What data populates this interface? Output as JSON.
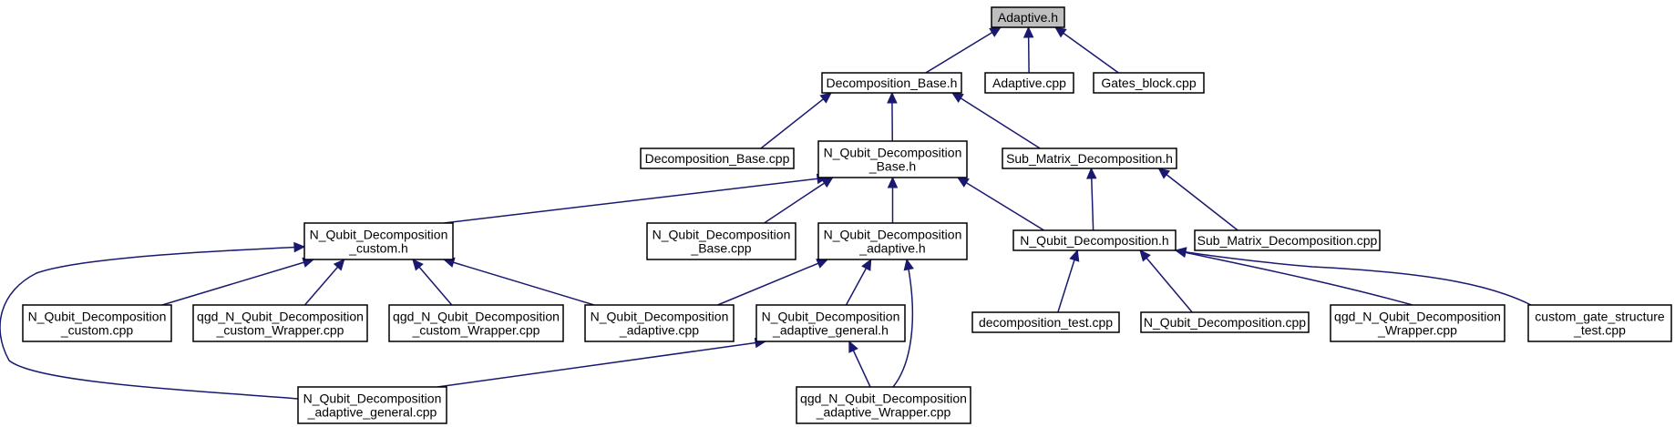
{
  "graph": {
    "title": "Adaptive.h include dependency graph",
    "colors": {
      "edge": "#191970",
      "root_fill": "#bfbfbf",
      "node_fill": "#ffffff",
      "border": "#000000"
    },
    "nodes": [
      {
        "id": "adaptive_h",
        "lines": [
          "Adaptive.h"
        ],
        "root": true
      },
      {
        "id": "decomposition_base_h",
        "lines": [
          "Decomposition_Base.h"
        ]
      },
      {
        "id": "adaptive_cpp",
        "lines": [
          "Adaptive.cpp"
        ]
      },
      {
        "id": "gates_block_cpp",
        "lines": [
          "Gates_block.cpp"
        ]
      },
      {
        "id": "decomposition_base_cpp",
        "lines": [
          "Decomposition_Base.cpp"
        ]
      },
      {
        "id": "nq_decomposition_base_h",
        "lines": [
          "N_Qubit_Decomposition",
          "_Base.h"
        ]
      },
      {
        "id": "sub_matrix_decomposition_h",
        "lines": [
          "Sub_Matrix_Decomposition.h"
        ]
      },
      {
        "id": "nq_decomposition_custom_h",
        "lines": [
          "N_Qubit_Decomposition",
          "_custom.h"
        ]
      },
      {
        "id": "nq_decomposition_base_cpp",
        "lines": [
          "N_Qubit_Decomposition",
          "_Base.cpp"
        ]
      },
      {
        "id": "nq_decomposition_adaptive_h",
        "lines": [
          "N_Qubit_Decomposition",
          "_adaptive.h"
        ]
      },
      {
        "id": "nq_decomposition_h",
        "lines": [
          "N_Qubit_Decomposition.h"
        ]
      },
      {
        "id": "sub_matrix_decomposition_cpp",
        "lines": [
          "Sub_Matrix_Decomposition.cpp"
        ]
      },
      {
        "id": "nq_decomposition_custom_cpp",
        "lines": [
          "N_Qubit_Decomposition",
          "_custom.cpp"
        ]
      },
      {
        "id": "qgd_nq_custom_wrapper_cpp_1",
        "lines": [
          "qgd_N_Qubit_Decomposition",
          "_custom_Wrapper.cpp"
        ]
      },
      {
        "id": "qgd_nq_custom_wrapper_cpp_2",
        "lines": [
          "qgd_N_Qubit_Decomposition",
          "_custom_Wrapper.cpp"
        ]
      },
      {
        "id": "nq_decomposition_adaptive_cpp",
        "lines": [
          "N_Qubit_Decomposition",
          "_adaptive.cpp"
        ]
      },
      {
        "id": "nq_decomposition_adaptive_general_h",
        "lines": [
          "N_Qubit_Decomposition",
          "_adaptive_general.h"
        ]
      },
      {
        "id": "decomposition_test_cpp",
        "lines": [
          "decomposition_test.cpp"
        ]
      },
      {
        "id": "nq_decomposition_cpp",
        "lines": [
          "N_Qubit_Decomposition.cpp"
        ]
      },
      {
        "id": "qgd_nq_wrapper_cpp",
        "lines": [
          "qgd_N_Qubit_Decomposition",
          "_Wrapper.cpp"
        ]
      },
      {
        "id": "custom_gate_structure_test_cpp",
        "lines": [
          "custom_gate_structure",
          "_test.cpp"
        ]
      },
      {
        "id": "nq_decomposition_adaptive_general_cpp",
        "lines": [
          "N_Qubit_Decomposition",
          "_adaptive_general.cpp"
        ]
      },
      {
        "id": "qgd_nq_adaptive_wrapper_cpp",
        "lines": [
          "qgd_N_Qubit_Decomposition",
          "_adaptive_Wrapper.cpp"
        ]
      }
    ],
    "edges": [
      {
        "from": "adaptive_h",
        "to": "decomposition_base_h"
      },
      {
        "from": "adaptive_h",
        "to": "adaptive_cpp"
      },
      {
        "from": "adaptive_h",
        "to": "gates_block_cpp"
      },
      {
        "from": "decomposition_base_h",
        "to": "decomposition_base_cpp"
      },
      {
        "from": "decomposition_base_h",
        "to": "nq_decomposition_base_h"
      },
      {
        "from": "decomposition_base_h",
        "to": "sub_matrix_decomposition_h"
      },
      {
        "from": "nq_decomposition_base_h",
        "to": "nq_decomposition_custom_h"
      },
      {
        "from": "nq_decomposition_base_h",
        "to": "nq_decomposition_base_cpp"
      },
      {
        "from": "nq_decomposition_base_h",
        "to": "nq_decomposition_adaptive_h"
      },
      {
        "from": "nq_decomposition_base_h",
        "to": "nq_decomposition_h"
      },
      {
        "from": "sub_matrix_decomposition_h",
        "to": "nq_decomposition_h"
      },
      {
        "from": "sub_matrix_decomposition_h",
        "to": "sub_matrix_decomposition_cpp"
      },
      {
        "from": "nq_decomposition_custom_h",
        "to": "nq_decomposition_custom_cpp"
      },
      {
        "from": "nq_decomposition_custom_h",
        "to": "qgd_nq_custom_wrapper_cpp_1"
      },
      {
        "from": "nq_decomposition_custom_h",
        "to": "qgd_nq_custom_wrapper_cpp_2"
      },
      {
        "from": "nq_decomposition_custom_h",
        "to": "nq_decomposition_adaptive_cpp"
      },
      {
        "from": "nq_decomposition_custom_h",
        "to": "nq_decomposition_adaptive_general_cpp"
      },
      {
        "from": "nq_decomposition_adaptive_h",
        "to": "nq_decomposition_adaptive_cpp"
      },
      {
        "from": "nq_decomposition_adaptive_h",
        "to": "nq_decomposition_adaptive_general_h"
      },
      {
        "from": "nq_decomposition_adaptive_h",
        "to": "qgd_nq_adaptive_wrapper_cpp"
      },
      {
        "from": "nq_decomposition_adaptive_general_h",
        "to": "nq_decomposition_adaptive_general_cpp"
      },
      {
        "from": "nq_decomposition_adaptive_general_h",
        "to": "qgd_nq_adaptive_wrapper_cpp"
      },
      {
        "from": "nq_decomposition_h",
        "to": "decomposition_test_cpp"
      },
      {
        "from": "nq_decomposition_h",
        "to": "nq_decomposition_cpp"
      },
      {
        "from": "nq_decomposition_h",
        "to": "qgd_nq_wrapper_cpp"
      },
      {
        "from": "nq_decomposition_h",
        "to": "custom_gate_structure_test_cpp"
      }
    ]
  }
}
